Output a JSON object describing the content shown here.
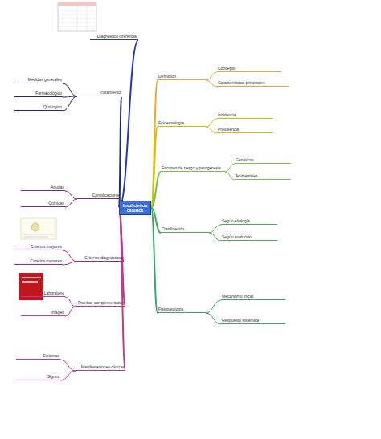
{
  "diagram": {
    "nodes": [
      {
        "text": [
          "Insuficiencia cardiaca"
        ]
      },
      {
        "text": [
          "Definición"
        ]
      },
      {
        "text": [
          "Concepto"
        ]
      },
      {
        "text": [
          "Características principales"
        ]
      },
      {
        "text": [
          "Epidemiología"
        ]
      },
      {
        "text": [
          "Incidencia"
        ]
      },
      {
        "text": [
          "Prevalencia"
        ]
      },
      {
        "text": [
          "Factores de riesgo y patogénesis"
        ]
      },
      {
        "text": [
          "Genéticos"
        ]
      },
      {
        "text": [
          "Ambientales"
        ]
      },
      {
        "text": [
          "Clasificación"
        ]
      },
      {
        "text": [
          "Según etiología"
        ]
      },
      {
        "text": [
          "Según evolución"
        ]
      },
      {
        "text": [
          "Fisiopatología"
        ]
      },
      {
        "text": [
          "Mecanismo inicial"
        ]
      },
      {
        "text": [
          "Respuesta sistémica"
        ]
      },
      {
        "text": [
          "Diagnóstico diferencial"
        ]
      },
      {
        "text": [
          "Tratamiento"
        ]
      },
      {
        "text": [
          "Medidas generales"
        ]
      },
      {
        "text": [
          "Farmacológico"
        ]
      },
      {
        "text": [
          "Quirúrgico"
        ]
      },
      {
        "text": [
          "Complicaciones"
        ]
      },
      {
        "text": [
          "Agudas"
        ]
      },
      {
        "text": [
          "Crónicas"
        ]
      },
      {
        "text": [
          "Criterios diagnósticos"
        ]
      },
      {
        "text": [
          "Criterios mayores"
        ]
      },
      {
        "text": [
          "Criterios menores"
        ]
      },
      {
        "text": [
          "Pruebas complementarias"
        ]
      },
      {
        "text": [
          "Laboratorio"
        ]
      },
      {
        "text": [
          "Imagen"
        ]
      },
      {
        "text": [
          "Manifestaciones clínicas"
        ]
      },
      {
        "text": [
          "Síntomas"
        ]
      },
      {
        "text": [
          "Signos"
        ]
      }
    ],
    "edges": [
      {
        "from": 0,
        "to": 1,
        "arrow": "none"
      },
      {
        "from": 1,
        "to": 2,
        "arrow": "none"
      },
      {
        "from": 1,
        "to": 3,
        "arrow": "none"
      },
      {
        "from": 0,
        "to": 4,
        "arrow": "none"
      },
      {
        "from": 4,
        "to": 5,
        "arrow": "none"
      },
      {
        "from": 4,
        "to": 6,
        "arrow": "none"
      },
      {
        "from": 0,
        "to": 7,
        "arrow": "none"
      },
      {
        "from": 7,
        "to": 8,
        "arrow": "none"
      },
      {
        "from": 7,
        "to": 9,
        "arrow": "none"
      },
      {
        "from": 0,
        "to": 10,
        "arrow": "none"
      },
      {
        "from": 10,
        "to": 11,
        "arrow": "none"
      },
      {
        "from": 10,
        "to": 12,
        "arrow": "none"
      },
      {
        "from": 0,
        "to": 13,
        "arrow": "none"
      },
      {
        "from": 13,
        "to": 14,
        "arrow": "none"
      },
      {
        "from": 13,
        "to": 15,
        "arrow": "none"
      },
      {
        "from": 0,
        "to": 16,
        "arrow": "none"
      },
      {
        "from": 0,
        "to": 17,
        "arrow": "none"
      },
      {
        "from": 17,
        "to": 18,
        "arrow": "none"
      },
      {
        "from": 17,
        "to": 19,
        "arrow": "none"
      },
      {
        "from": 17,
        "to": 20,
        "arrow": "none"
      },
      {
        "from": 0,
        "to": 21,
        "arrow": "none"
      },
      {
        "from": 21,
        "to": 22,
        "arrow": "none"
      },
      {
        "from": 21,
        "to": 23,
        "arrow": "none"
      },
      {
        "from": 0,
        "to": 24,
        "arrow": "none"
      },
      {
        "from": 24,
        "to": 25,
        "arrow": "none"
      },
      {
        "from": 24,
        "to": 26,
        "arrow": "none"
      },
      {
        "from": 0,
        "to": 27,
        "arrow": "none"
      },
      {
        "from": 27,
        "to": 28,
        "arrow": "none"
      },
      {
        "from": 27,
        "to": 29,
        "arrow": "none"
      },
      {
        "from": 0,
        "to": 30,
        "arrow": "none"
      },
      {
        "from": 30,
        "to": 31,
        "arrow": "none"
      },
      {
        "from": 30,
        "to": 32,
        "arrow": "none"
      }
    ]
  }
}
